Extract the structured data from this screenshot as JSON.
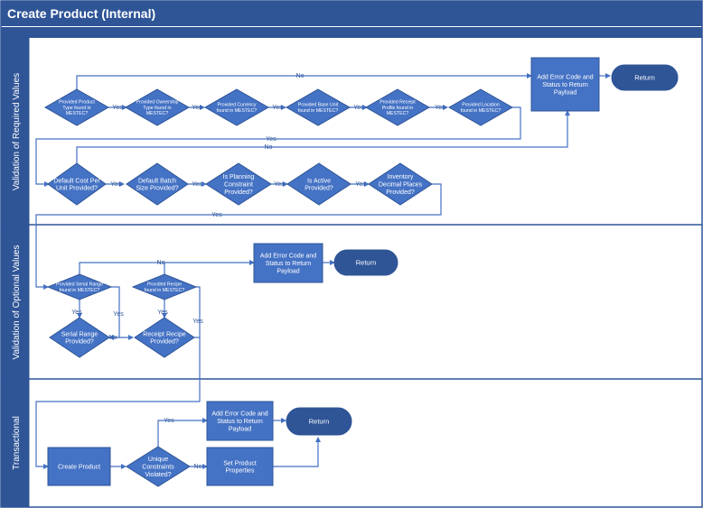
{
  "title": "Create Product (Internal)",
  "lanes": {
    "required": "Validation of Required Values",
    "optional": "Validation of Optional Values",
    "transactional": "Transactional"
  },
  "required": {
    "d1": [
      "Provided Product",
      "Type found in",
      "MESTEC?"
    ],
    "d2": [
      "Provided Ownership",
      "Type found in",
      "MESTEC?"
    ],
    "d3": [
      "Provided Currency",
      "found in MESTEC?"
    ],
    "d4": [
      "Provided Base Unit",
      "found in MESTEC?"
    ],
    "d5": [
      "Provided Receipt",
      "Profile found in",
      "MESTEC?"
    ],
    "d6": [
      "Provided Location",
      "found in MESTEC?"
    ],
    "d7": [
      "Default Cost Per",
      "Unit Provided?"
    ],
    "d8": [
      "Default Batch",
      "Size Provided?"
    ],
    "d9": [
      "Is Planning",
      "Constraint",
      "Provided?"
    ],
    "d10": [
      "Is Active",
      "Provided?"
    ],
    "d11": [
      "Inventory",
      "Decimal Places",
      "Provided?"
    ],
    "error": [
      "Add Error Code and",
      "Status to Return",
      "Payload"
    ],
    "return": "Return"
  },
  "optional": {
    "d1": [
      "Provided Serial Range",
      "found in MESTEC?"
    ],
    "d2": [
      "Provided Recipe",
      "found in MESTEC?"
    ],
    "d3": [
      "Serial Range",
      "Provided?"
    ],
    "d4": [
      "Receipt Recipe",
      "Provided?"
    ],
    "error": [
      "Add Error Code and",
      "Status to Return",
      "Payload"
    ],
    "return": "Return"
  },
  "transactional": {
    "create": "Create Product",
    "unique": [
      "Unique",
      "Constraints",
      "Violated?"
    ],
    "error": [
      "Add Error Code and",
      "Status to Return",
      "Payload"
    ],
    "set": [
      "Set Product",
      "Properties"
    ],
    "return": "Return"
  },
  "connectors": {
    "yes": "Yes",
    "no": "No"
  },
  "colors": {
    "header": "#2F5597",
    "shape": "#4472C4",
    "line": "#4472C4",
    "border": "#2F5597"
  }
}
